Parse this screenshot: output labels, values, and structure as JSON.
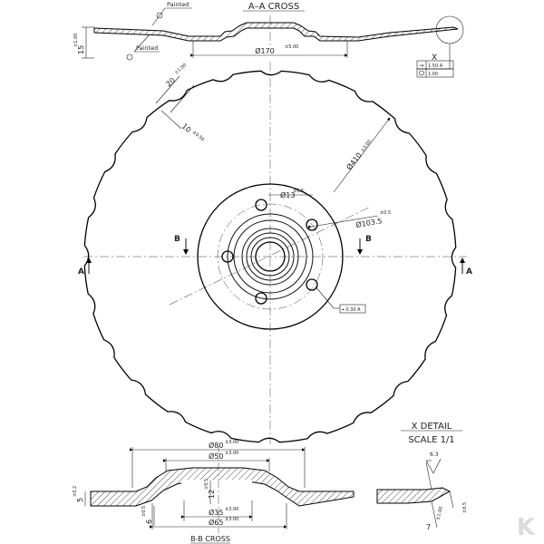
{
  "section_aa": {
    "title": "A–A CROSS",
    "painted_top": "Painted",
    "painted_bottom": "Painted",
    "dim_height": "15",
    "dim_height_tol": "±1.00",
    "dim_width": "Ø170",
    "dim_width_tol": "±5.00",
    "detail_ref": "X",
    "fcf_row1": "1.50 A",
    "fcf_row2": "1.00"
  },
  "front_view": {
    "notch_width": "20",
    "notch_width_tol": "±1.00",
    "notch_depth": "10",
    "notch_depth_tol": "±0.50",
    "outer_diameter": "Ø410",
    "outer_diameter_tol": "±3.00",
    "hole_diameter": "Ø13",
    "hole_diameter_tol": "±0.5",
    "bolt_circle": "Ø103.5",
    "bolt_circle_tol": "±0.5",
    "position_tol": "⌖ 0.30 A",
    "label_b_left": "B",
    "label_b_right": "B",
    "label_a_left": "A",
    "label_a_right": "A"
  },
  "section_bb": {
    "title": "B-B CROSS",
    "dim_80": "Ø80",
    "dim_80_tol": "±3.00",
    "dim_50": "Ø50",
    "dim_50_tol": "±3.00",
    "dim_35": "Ø35",
    "dim_35_tol": "±3.00",
    "dim_65": "Ø65",
    "dim_65_tol": "±3.00",
    "dim_5": "5",
    "dim_5_tol": "±0.2",
    "dim_6": "6",
    "dim_6_tol": "±0.5",
    "dim_12": "12",
    "dim_12_tol": "±0.5"
  },
  "x_detail": {
    "title": "X DETAIL",
    "scale": "SCALE 1/1",
    "roughness": "6.3",
    "dim_7": "7",
    "dim_7_tol": "±1.00",
    "dim_right_tol": "±0.5"
  },
  "brand": {
    "logo_text": "K"
  }
}
